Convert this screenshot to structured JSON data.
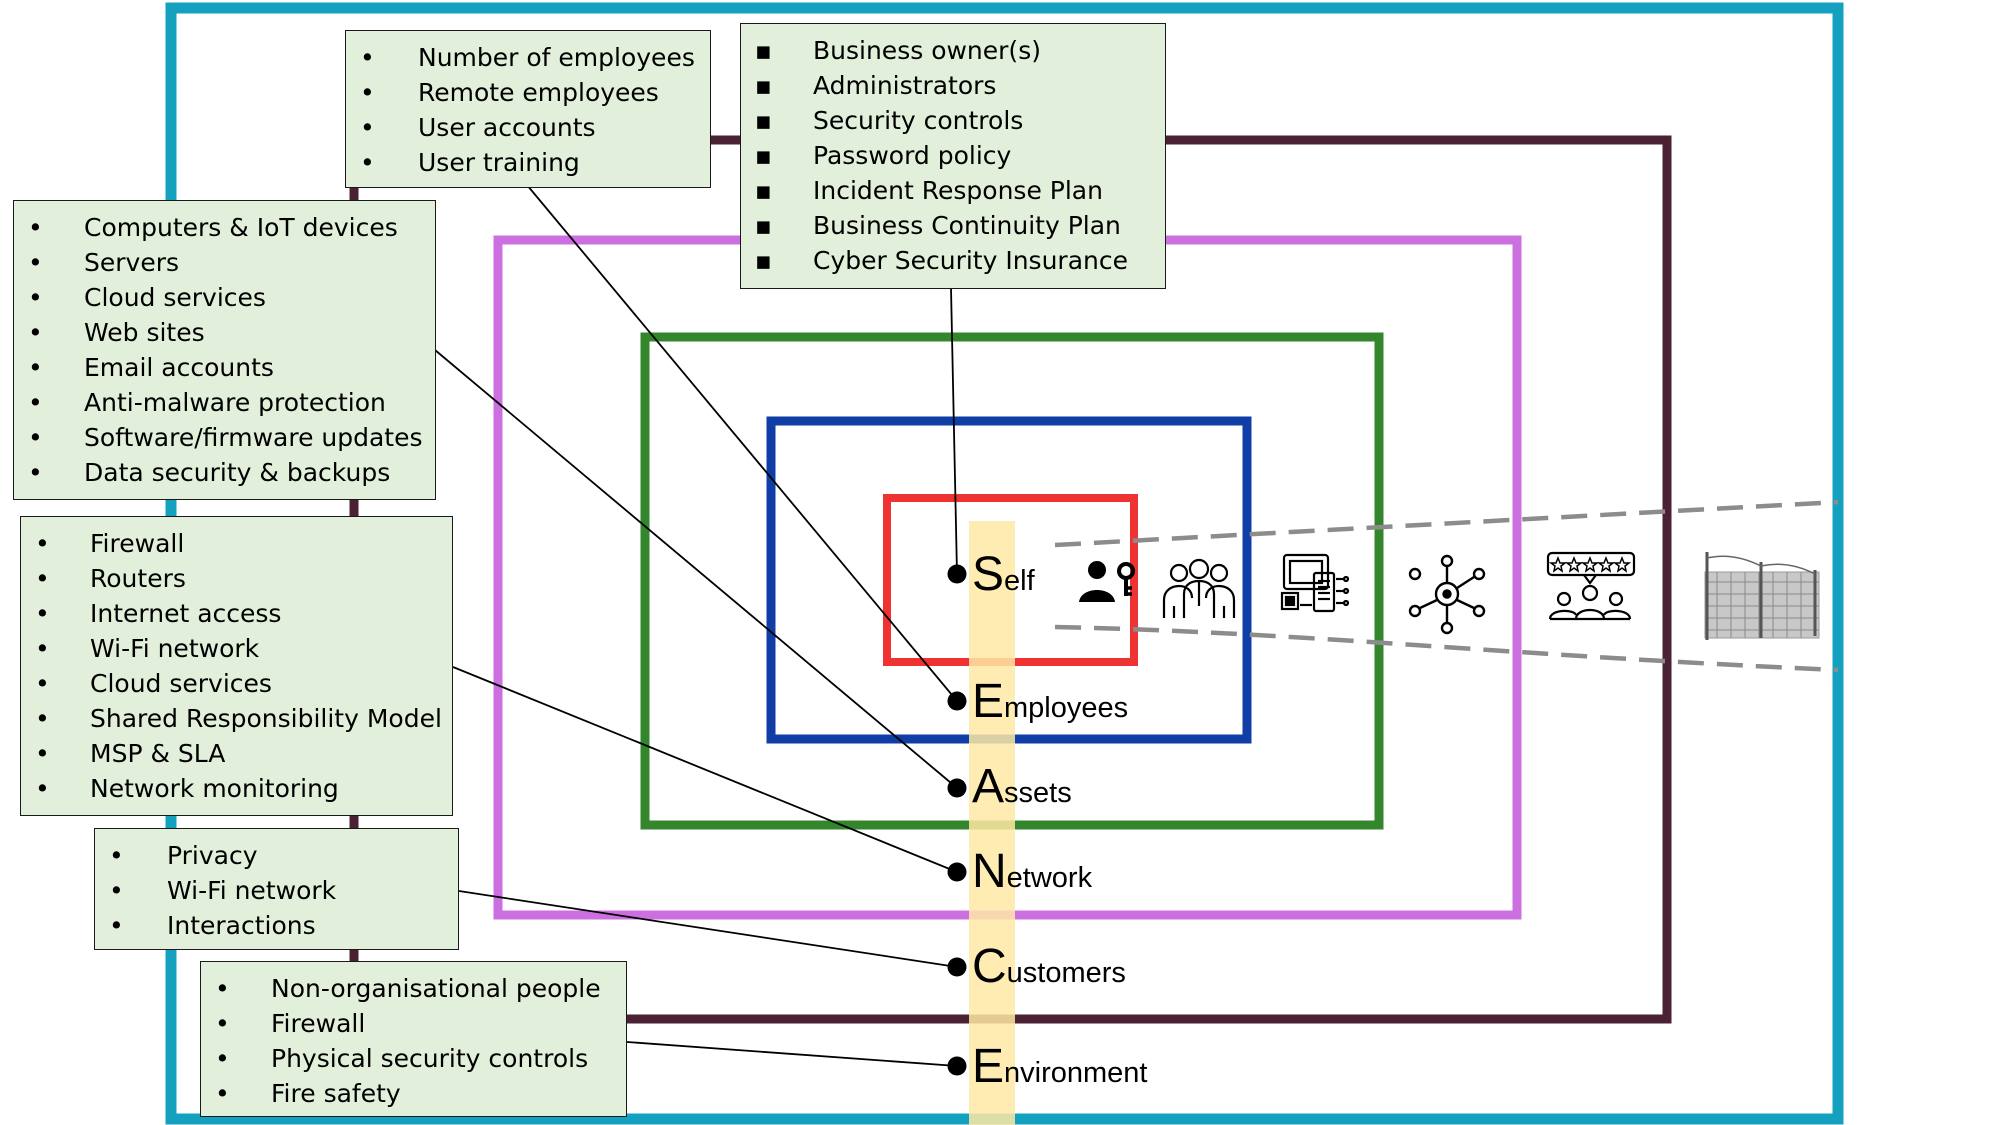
{
  "colors": {
    "frame": "#14a0bf",
    "customers": "#4a2233",
    "network": "#cc6fe0",
    "assets": "#33862c",
    "employees": "#0f3fa6",
    "self": "#ef3333",
    "spine": "#ffe9a6",
    "box_fill": "#e2efda",
    "dash": "#8c8c8c"
  },
  "boxes": {
    "employees_box": {
      "marker": "•",
      "items": [
        "Number of employees",
        "Remote employees",
        "User accounts",
        "User training"
      ]
    },
    "self_box": {
      "marker": "▪",
      "items": [
        "Business owner(s)",
        "Administrators",
        "Security controls",
        "Password policy",
        "Incident Response Plan",
        "Business Continuity Plan",
        "Cyber Security Insurance"
      ]
    },
    "assets_box": {
      "marker": "•",
      "items": [
        "Computers & IoT devices",
        "Servers",
        "Cloud services",
        "Web sites",
        "Email accounts",
        "Anti-malware protection",
        "Software/firmware updates",
        "Data security & backups"
      ]
    },
    "network_box": {
      "marker": "•",
      "items": [
        "Firewall",
        "Routers",
        "Internet access",
        "Wi-Fi network",
        "Cloud services",
        "Shared Responsibility Model",
        "MSP & SLA",
        "Network monitoring"
      ]
    },
    "customers_box": {
      "marker": "•",
      "items": [
        "Privacy",
        "Wi-Fi network",
        "Interactions"
      ]
    },
    "environment_box": {
      "marker": "•",
      "items": [
        "Non-organisational people",
        "Firewall",
        "Physical security controls",
        "Fire safety"
      ]
    }
  },
  "labels": {
    "self": {
      "initial": "S",
      "rest": "elf"
    },
    "employees": {
      "initial": "E",
      "rest": "mployees"
    },
    "assets": {
      "initial": "A",
      "rest": "ssets"
    },
    "network": {
      "initial": "N",
      "rest": "etwork"
    },
    "customers": {
      "initial": "C",
      "rest": "ustomers"
    },
    "environment": {
      "initial": "E",
      "rest": "nvironment"
    }
  },
  "icons": [
    "admin-key-icon",
    "team-icon",
    "devices-icon",
    "network-hub-icon",
    "customer-rating-icon",
    "security-fence-icon"
  ]
}
